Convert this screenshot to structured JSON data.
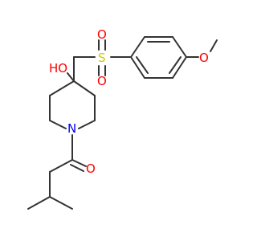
{
  "figure": {
    "type": "chemical-structure",
    "description_visible_text": "none"
  },
  "colors": {
    "bond": "#333333",
    "oxygen": "#ff0000",
    "nitrogen": "#0000ff",
    "sulfur": "#cccc00",
    "carbon_label": "#333333"
  },
  "atoms": {
    "hydroxyl": "HO",
    "sulfur": "S",
    "sulfonyl_oxygen_top": "O",
    "sulfonyl_oxygen_bottom": "O",
    "methoxy_oxygen": "O",
    "nitrogen": "N",
    "carbonyl_oxygen": "O"
  }
}
